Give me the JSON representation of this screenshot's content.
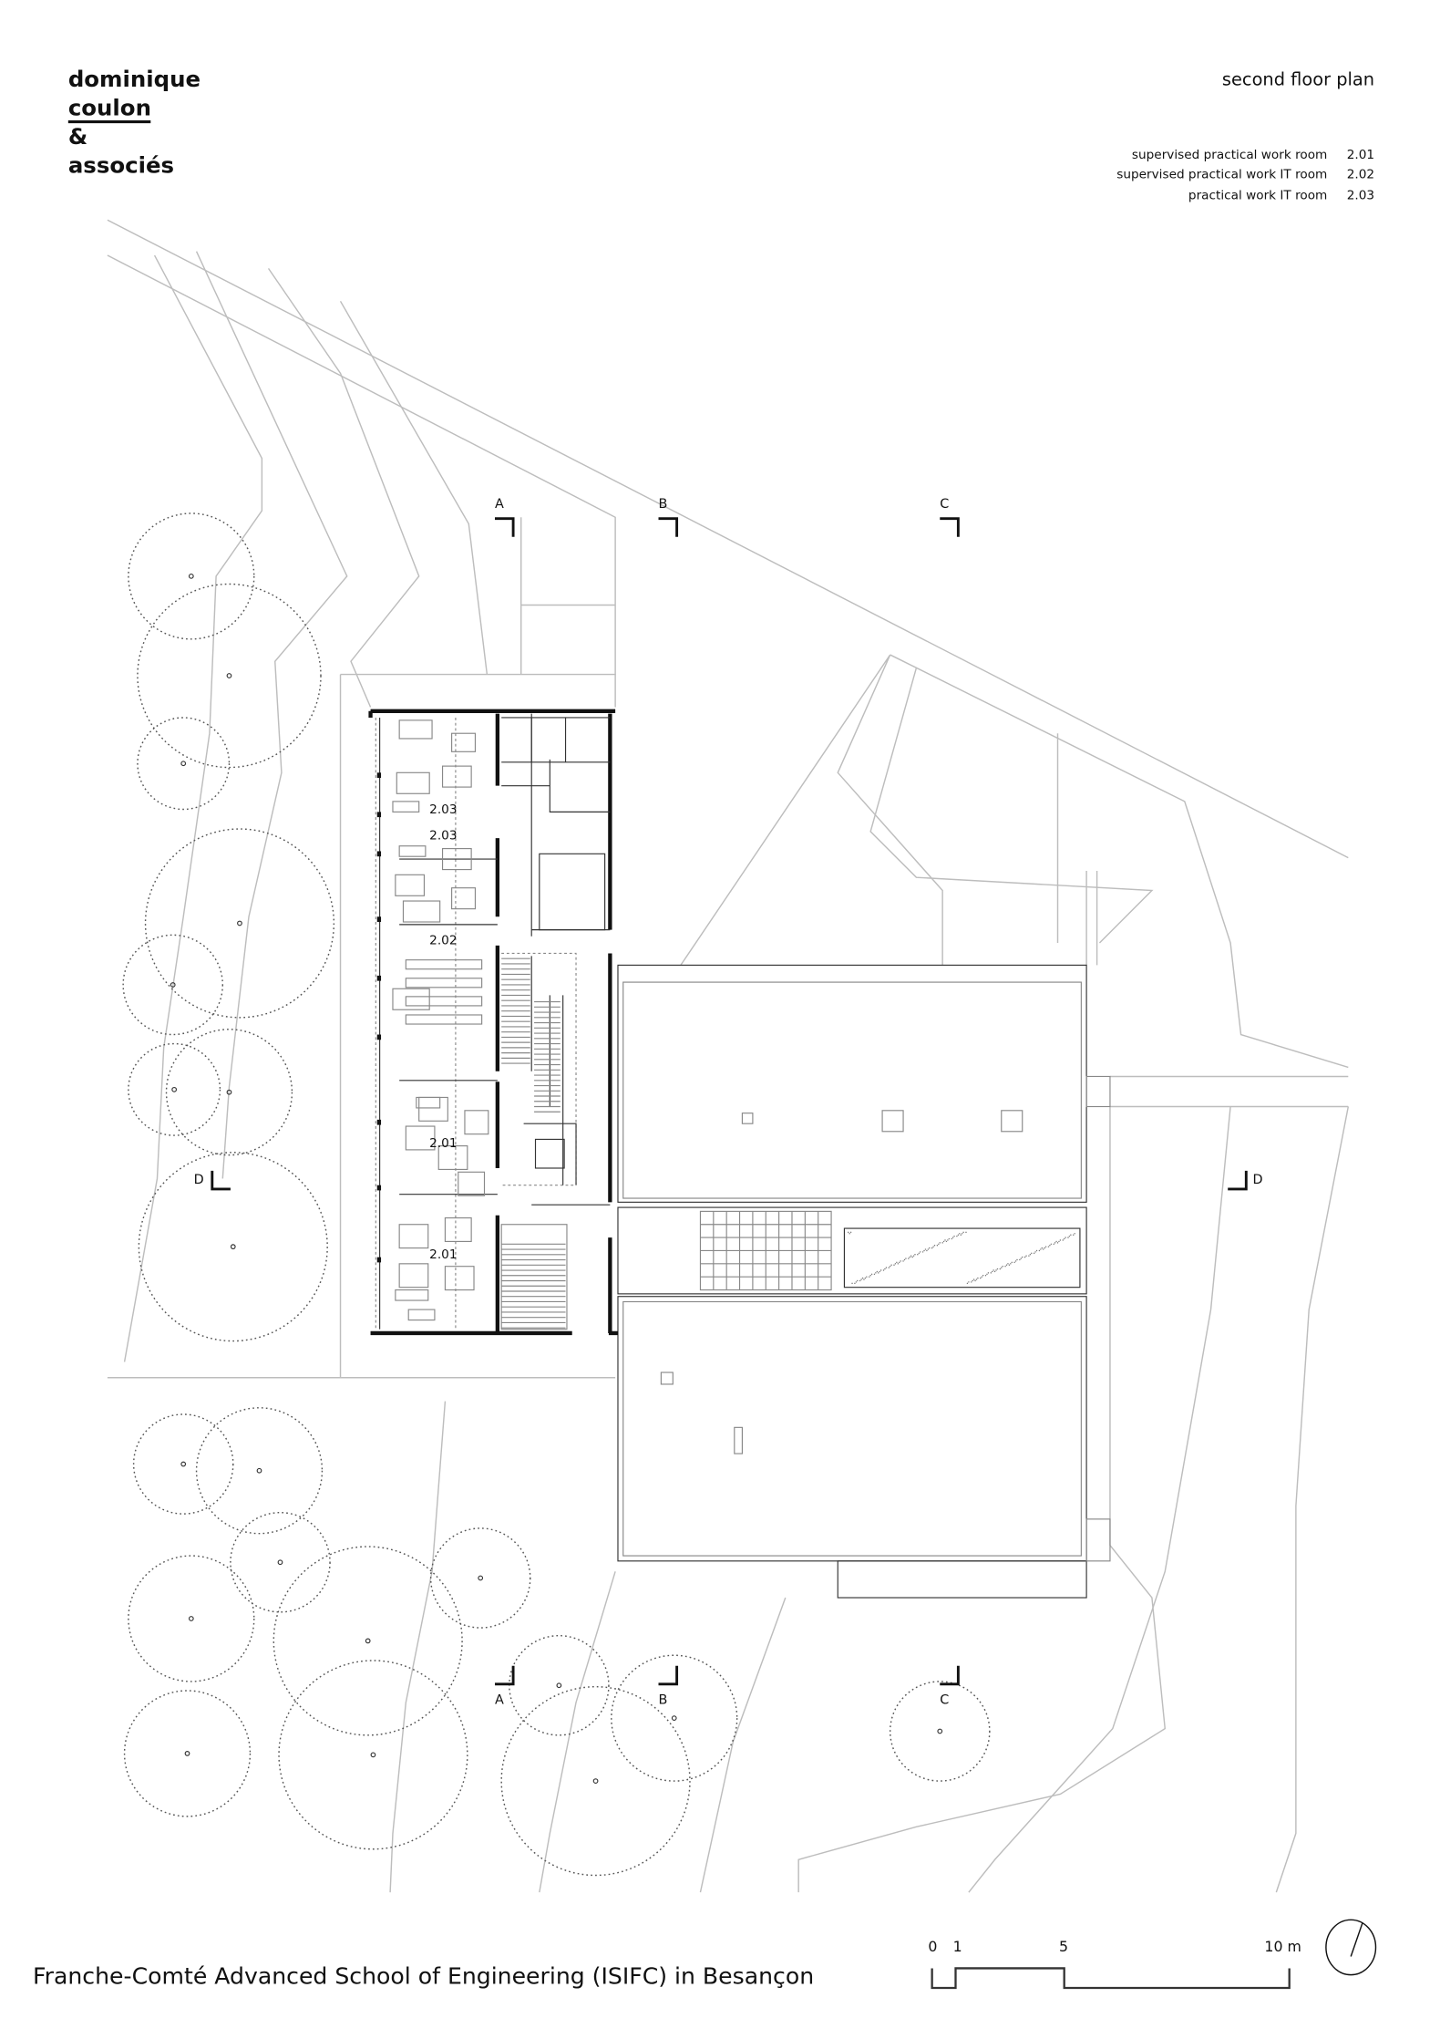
{
  "logo": {
    "line1": "dominique",
    "line2": "coulon",
    "line3": "&",
    "line4": "associés"
  },
  "plan_title": "second floor plan",
  "legend": [
    {
      "label": "supervised practical work room",
      "code": "2.01"
    },
    {
      "label": "supervised practical work IT room",
      "code": "2.02"
    },
    {
      "label": "practical work IT room",
      "code": "2.03"
    }
  ],
  "rooms": [
    "2.03",
    "2.03",
    "2.02",
    "2.01",
    "2.01"
  ],
  "sections": {
    "a": "A",
    "b": "B",
    "c": "C",
    "d": "D"
  },
  "project_title": "Franche-Comté Advanced School of Engineering (ISIFC) in Besançon",
  "scale": {
    "t0": "0",
    "t1": "1",
    "t5": "5",
    "t10": "10 m"
  },
  "north_arrow": "north-arrow-icon"
}
